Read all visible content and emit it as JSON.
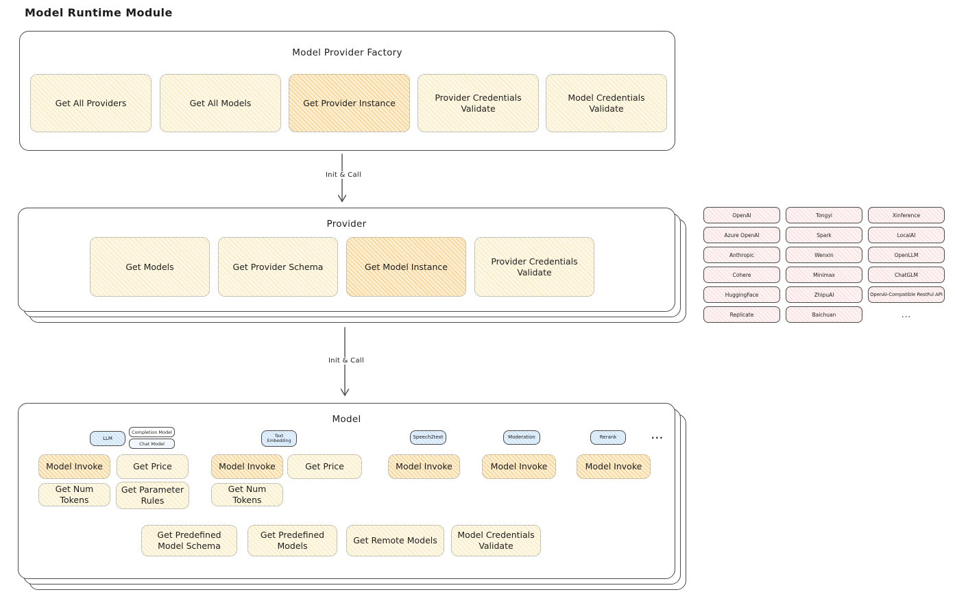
{
  "page": {
    "title": "Model Runtime Module"
  },
  "colors": {
    "node_yellow": "#fdf8e6",
    "node_orange_highlight": "#fcefd2",
    "provider_chip_pink": "#fdf3f2",
    "tab_blue": "#e4f0fb",
    "outline": "#4a4a4a"
  },
  "factory": {
    "title": "Model Provider Factory",
    "items": [
      {
        "label": "Get All Providers",
        "highlighted": false
      },
      {
        "label": "Get All Models",
        "highlighted": false
      },
      {
        "label": "Get Provider Instance",
        "highlighted": true
      },
      {
        "label": "Provider Credentials Validate",
        "highlighted": false
      },
      {
        "label": "Model Credentials Validate",
        "highlighted": false
      }
    ]
  },
  "edges": {
    "factory_to_provider": "Init & Call",
    "provider_to_model": "Init & Call"
  },
  "provider": {
    "title": "Provider",
    "items": [
      {
        "label": "Get Models",
        "highlighted": false
      },
      {
        "label": "Get Provider Schema",
        "highlighted": false
      },
      {
        "label": "Get Model Instance",
        "highlighted": true
      },
      {
        "label": "Provider Credentials Validate",
        "highlighted": false
      }
    ]
  },
  "providers_grid": {
    "items": [
      "OpenAI",
      "Tongyi",
      "Xinference",
      "Azure OpenAI",
      "Spark",
      "LocalAI",
      "Anthropic",
      "Wenxin",
      "OpenLLM",
      "Cohere",
      "Minimax",
      "ChatGLM",
      "HuggingFace",
      "ZhipuAI",
      "OpenAI-Compatible RestFul API",
      "Replicate",
      "Baichuan"
    ],
    "more": "..."
  },
  "model": {
    "title": "Model",
    "more": "...",
    "groups": [
      {
        "tab": "LLM",
        "subtabs": [
          "Completion Model",
          "Chat Model"
        ],
        "functions": [
          {
            "label": "Model Invoke",
            "highlighted": true
          },
          {
            "label": "Get Price",
            "highlighted": false
          },
          {
            "label": "Get Num Tokens",
            "highlighted": false
          },
          {
            "label": "Get Parameter Rules",
            "highlighted": false
          }
        ]
      },
      {
        "tab": "Text Embedding",
        "functions": [
          {
            "label": "Model Invoke",
            "highlighted": true
          },
          {
            "label": "Get Price",
            "highlighted": false
          },
          {
            "label": "Get Num Tokens",
            "highlighted": false
          }
        ]
      },
      {
        "tab": "Speech2text",
        "functions": [
          {
            "label": "Model Invoke",
            "highlighted": true
          }
        ]
      },
      {
        "tab": "Moderation",
        "functions": [
          {
            "label": "Model Invoke",
            "highlighted": true
          }
        ]
      },
      {
        "tab": "Rerank",
        "functions": [
          {
            "label": "Model Invoke",
            "highlighted": true
          }
        ]
      }
    ],
    "shared_functions": [
      "Get Predefined Model Schema",
      "Get Predefined Models",
      "Get Remote Models",
      "Model Credentials Validate"
    ]
  }
}
